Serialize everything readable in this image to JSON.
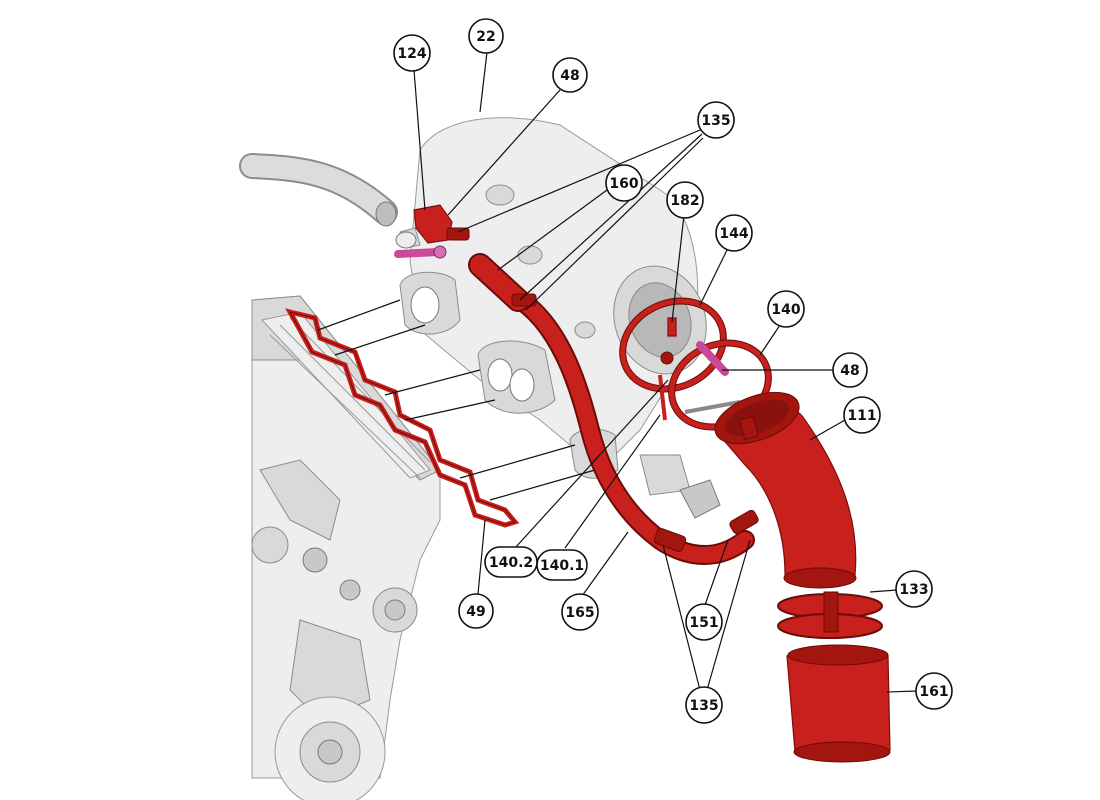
{
  "callouts": [
    {
      "id": "c124",
      "label": "124"
    },
    {
      "id": "c22",
      "label": "22"
    },
    {
      "id": "c48a",
      "label": "48"
    },
    {
      "id": "c135a",
      "label": "135"
    },
    {
      "id": "c160",
      "label": "160"
    },
    {
      "id": "c182",
      "label": "182"
    },
    {
      "id": "c144",
      "label": "144"
    },
    {
      "id": "c140",
      "label": "140"
    },
    {
      "id": "c48b",
      "label": "48"
    },
    {
      "id": "c111",
      "label": "111"
    },
    {
      "id": "c133",
      "label": "133"
    },
    {
      "id": "c161",
      "label": "161"
    },
    {
      "id": "c135b",
      "label": "135"
    },
    {
      "id": "c151",
      "label": "151"
    },
    {
      "id": "c165",
      "label": "165"
    },
    {
      "id": "c140_1",
      "label": "140.1"
    },
    {
      "id": "c140_2",
      "label": "140.2"
    },
    {
      "id": "c49",
      "label": "49"
    }
  ],
  "colors": {
    "part_red": "#c8201c",
    "engine_gray": "#d9d9d9",
    "outline": "#111111",
    "background": "#ffffff"
  }
}
